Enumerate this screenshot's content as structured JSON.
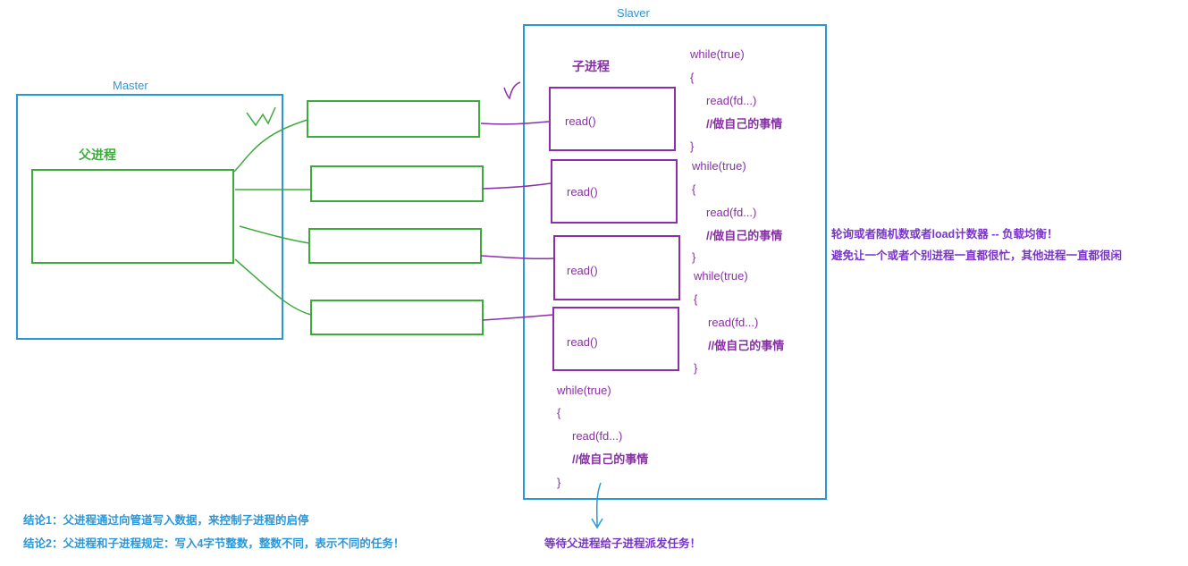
{
  "master": {
    "label": "Master",
    "parent_label": "父进程"
  },
  "slaver": {
    "label": "Slaver",
    "child_label": "子进程"
  },
  "child_boxes": [
    "read()",
    "read()",
    "read()",
    "read()"
  ],
  "code_blocks": [
    [
      "while(true)",
      "{",
      "read(fd...)",
      "//做自己的事情",
      "}"
    ],
    [
      "while(true)",
      "{",
      "read(fd...)",
      "//做自己的事情",
      "}"
    ],
    [
      "while(true)",
      "{",
      "read(fd...)",
      "//做自己的事情",
      "}"
    ],
    [
      "while(true)",
      "{",
      "read(fd...)",
      "//做自己的事情",
      "}"
    ]
  ],
  "side_note": [
    "轮询或者随机数或者load计数器 -- 负载均衡！",
    "避免让一个或者个别进程一直都很忙，其他进程一直都很闲"
  ],
  "wait_note": "等待父进程给子进程派发任务！",
  "conclusions": [
    "结论1：父进程通过向管道写入数据，来控制子进程的启停",
    "结论2：父进程和子进程规定：写入4字节整数，整数不同，表示不同的任务！"
  ]
}
